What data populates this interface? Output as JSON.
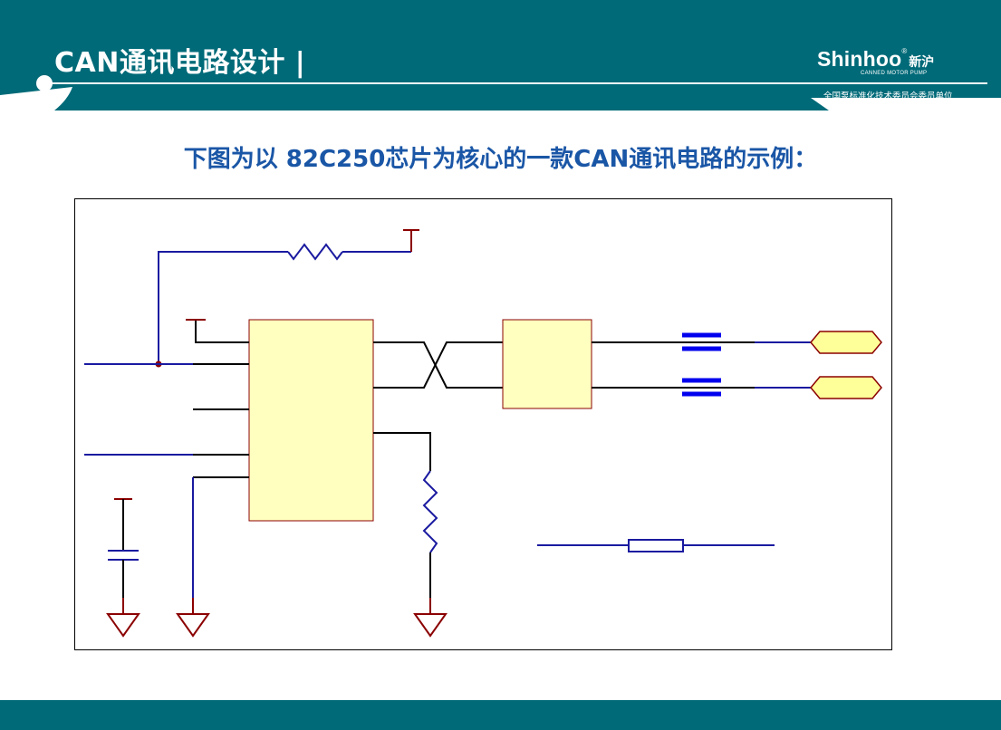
{
  "header": {
    "title": "CAN通讯电路设计 |",
    "logo_main": "Shinhoo",
    "logo_cn": "新沪",
    "logo_reg": "®",
    "logo_sub": "CANNED MOTOR PUMP",
    "tagline": "全国泵标准化技术委员会委员单位"
  },
  "content": {
    "subtitle": "下图为以 82C250芯片为核心的一款CAN通讯电路的示例："
  },
  "colors": {
    "band": "#006a78",
    "subtitle": "#1a56a6",
    "wire_blue": "#1a1aa0",
    "wire_dark": "#000000",
    "component_red": "#8b0000",
    "chip_fill": "#ffffc0",
    "port_fill": "#ffff99"
  }
}
